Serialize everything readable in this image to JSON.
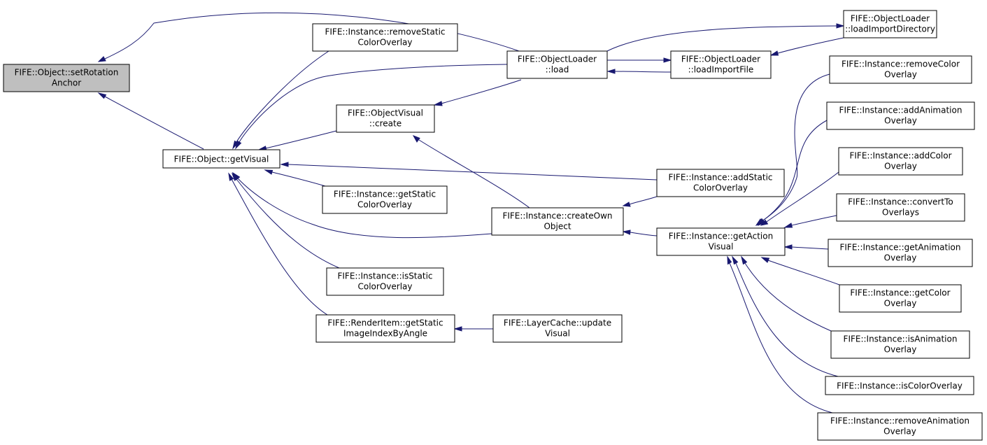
{
  "diagram": {
    "colors": {
      "edge": "#191970",
      "root_fill": "#bfbfbf",
      "node_fill": "#ffffff",
      "border": "#000000"
    },
    "nodes": {
      "n1": [
        "FIFE::Object::setRotation",
        "Anchor"
      ],
      "n2": [
        "FIFE::Object::getVisual"
      ],
      "n3": [
        "FIFE::Instance::removeStatic",
        "ColorOverlay"
      ],
      "n4": [
        "FIFE::ObjectVisual",
        "::create"
      ],
      "n5": [
        "FIFE::Instance::getStatic",
        "ColorOverlay"
      ],
      "n6": [
        "FIFE::Instance::isStatic",
        "ColorOverlay"
      ],
      "n7": [
        "FIFE::RenderItem::getStatic",
        "ImageIndexByAngle"
      ],
      "n8": [
        "FIFE::ObjectLoader",
        "::load"
      ],
      "n9": [
        "FIFE::Instance::createOwn",
        "Object"
      ],
      "n10": [
        "FIFE::LayerCache::update",
        "Visual"
      ],
      "n11": [
        "FIFE::ObjectLoader",
        "::loadImportDirectory"
      ],
      "n12": [
        "FIFE::ObjectLoader",
        "::loadImportFile"
      ],
      "n13": [
        "FIFE::Instance::addStatic",
        "ColorOverlay"
      ],
      "n14": [
        "FIFE::Instance::getAction",
        "Visual"
      ],
      "n15": [
        "FIFE::Instance::removeColor",
        "Overlay"
      ],
      "n16": [
        "FIFE::Instance::addAnimation",
        "Overlay"
      ],
      "n17": [
        "FIFE::Instance::addColor",
        "Overlay"
      ],
      "n18": [
        "FIFE::Instance::convertTo",
        "Overlays"
      ],
      "n19": [
        "FIFE::Instance::getAnimation",
        "Overlay"
      ],
      "n20": [
        "FIFE::Instance::getColor",
        "Overlay"
      ],
      "n21": [
        "FIFE::Instance::isAnimation",
        "Overlay"
      ],
      "n22": [
        "FIFE::Instance::isColorOverlay"
      ],
      "n23": [
        "FIFE::Instance::removeAnimation",
        "Overlay"
      ]
    }
  }
}
